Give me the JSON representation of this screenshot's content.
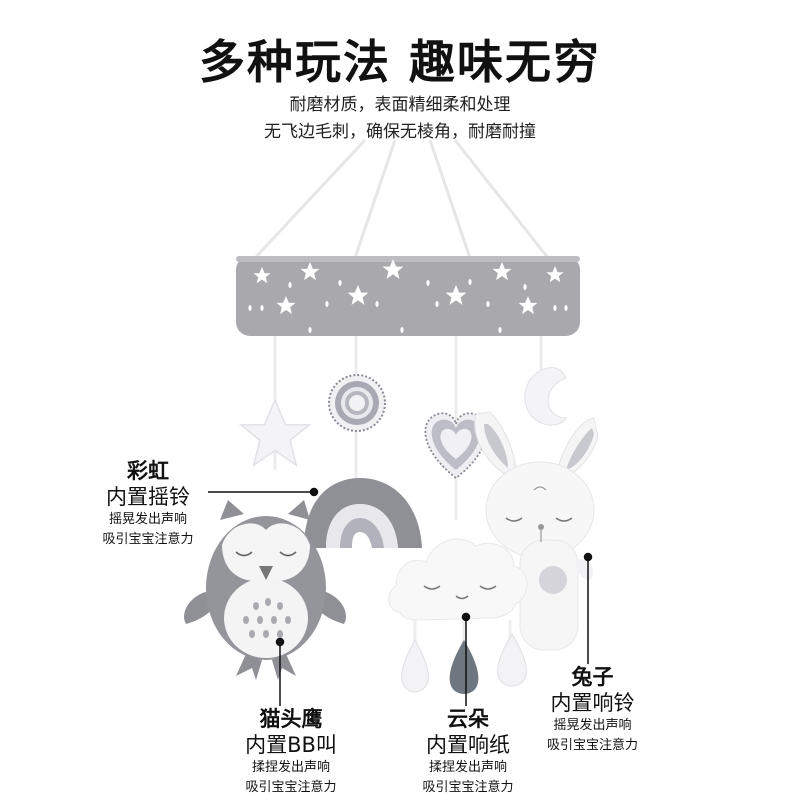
{
  "header": {
    "title": "多种玩法 趣味无穷",
    "subtitle_line1": "耐磨材质，表面精细柔和处理",
    "subtitle_line2": "无飞边毛刺，确保无棱角，耐磨耐撞"
  },
  "product": {
    "name": "baby crib mobile",
    "colors": {
      "ring_gray": "#a9a9ad",
      "plush_gray": "#8f8f96",
      "light_gray": "#c9c9cf",
      "plush_white": "#f6f6f7",
      "dark_drop": "#6e7680"
    }
  },
  "callouts": [
    {
      "id": "rainbow",
      "title": "彩虹",
      "feature": "内置摇铃",
      "desc1": "摇晃发出声响",
      "desc2": "吸引宝宝注意力"
    },
    {
      "id": "owl",
      "title": "猫头鹰",
      "feature": "内置BB叫",
      "desc1": "揉捏发出声响",
      "desc2": "吸引宝宝注意力"
    },
    {
      "id": "cloud",
      "title": "云朵",
      "feature": "内置响纸",
      "desc1": "揉捏发出声响",
      "desc2": "吸引宝宝注意力"
    },
    {
      "id": "rabbit",
      "title": "兔子",
      "feature": "内置响铃",
      "desc1": "摇晃发出声响",
      "desc2": "吸引宝宝注意力"
    }
  ]
}
